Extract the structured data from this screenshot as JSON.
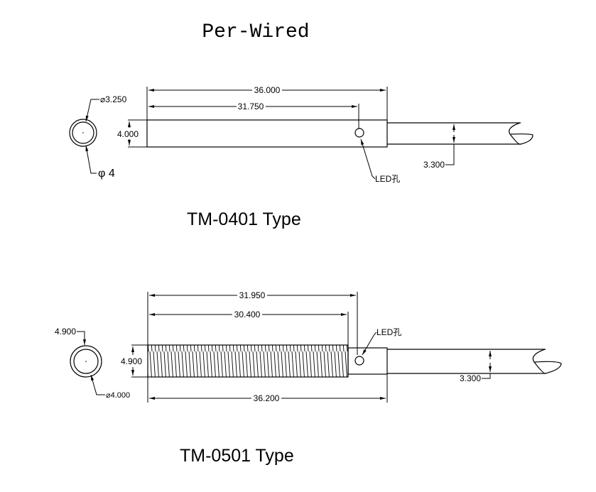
{
  "title": "Per-Wired",
  "drawings": [
    {
      "label": "TM-0401 Type",
      "dims": {
        "overall": "36.000",
        "to_led": "31.750",
        "diameter": "4.000",
        "cable": "3.300",
        "inner_dia": "⌀3.250",
        "outer_dia": "φ 4"
      },
      "led_note": "LED孔"
    },
    {
      "label": "TM-0501 Type",
      "dims": {
        "thread_end": "31.950",
        "thread_len": "30.400",
        "overall": "36.200",
        "diameter": "4.900",
        "cable": "3.300",
        "outer_dia": "4.900",
        "inner_dia": "⌀4.000"
      },
      "led_note": "LED孔"
    }
  ]
}
